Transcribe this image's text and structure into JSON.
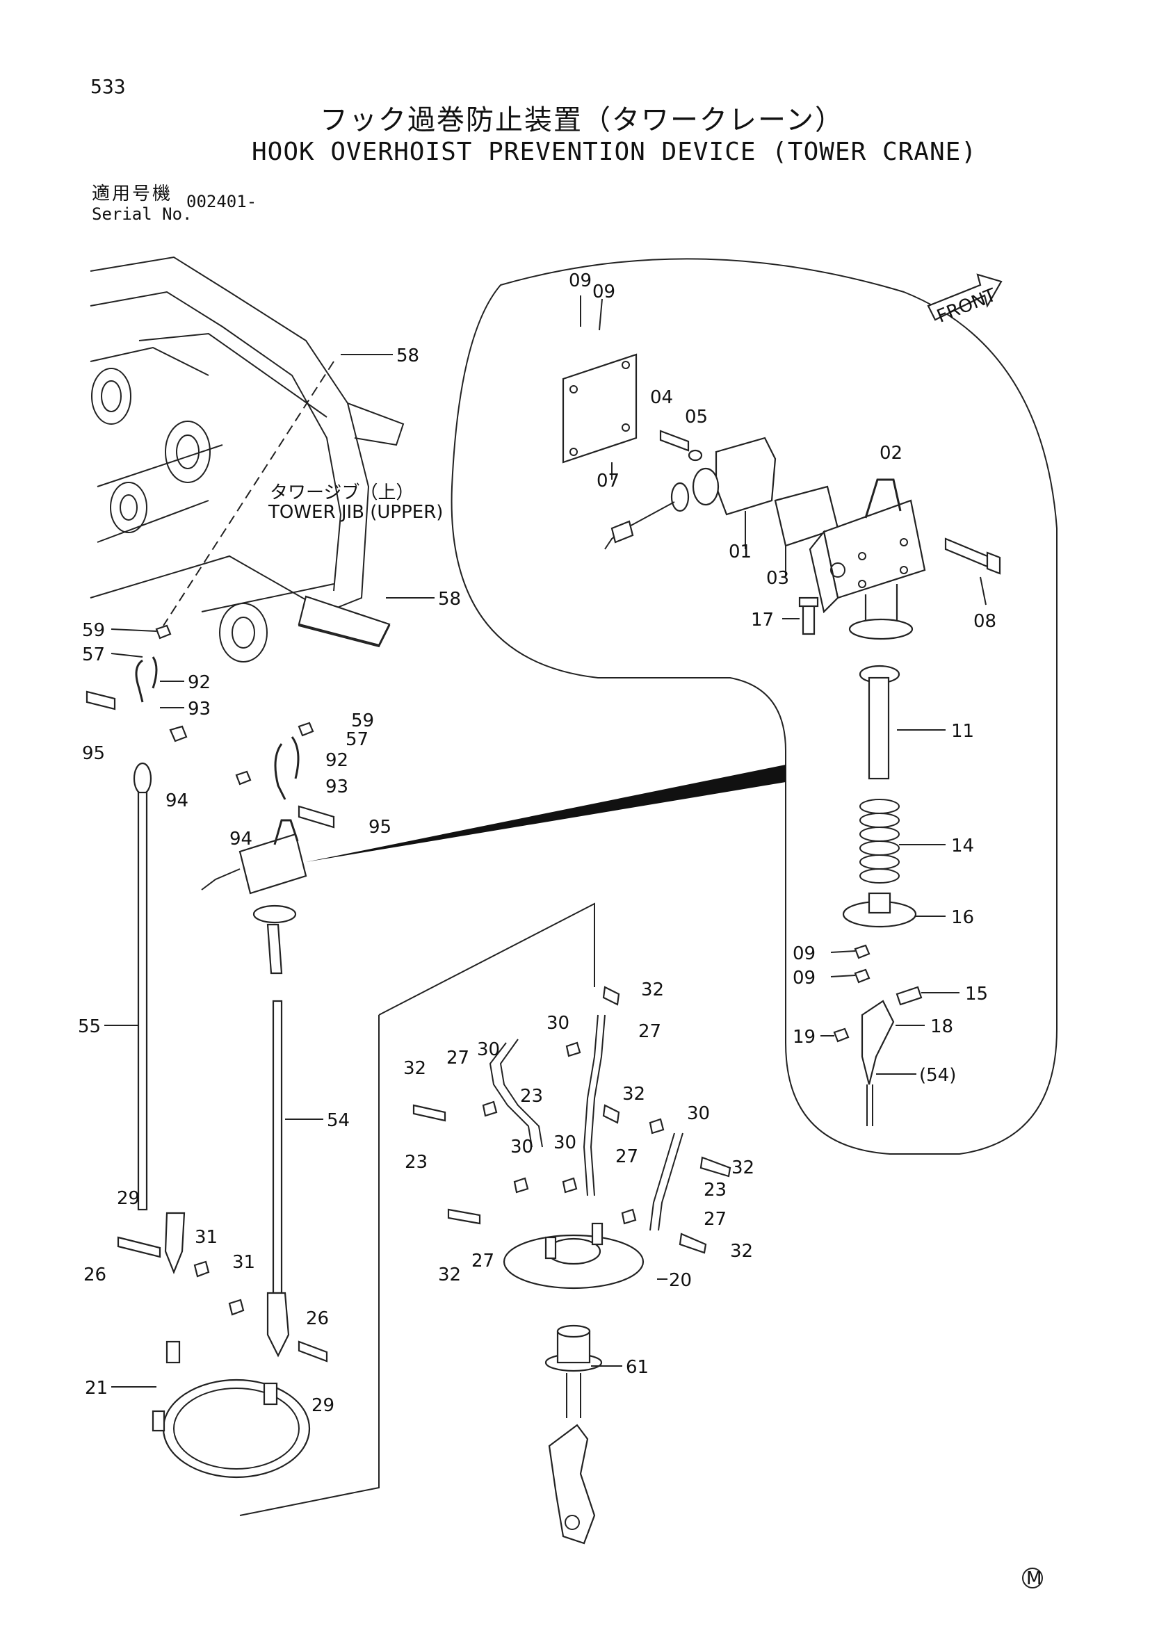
{
  "header": {
    "page_number": "533",
    "title_jp": "フック過巻防止装置（タワークレーン）",
    "title_en": "HOOK OVERHOIST PREVENTION DEVICE (TOWER CRANE)",
    "serial_label_jp": "適用号機",
    "serial_label_en": "Serial No.",
    "serial_value": "002401-"
  },
  "callouts": {
    "jib_jp": "タワージブ（上）",
    "jib_en": "TOWER JIB (UPPER)",
    "front": "FRONT",
    "mark": "M"
  },
  "labels": [
    "09",
    "09",
    "58",
    "04",
    "05",
    "07",
    "02",
    "01",
    "03",
    "08",
    "17",
    "58",
    "59",
    "57",
    "92",
    "93",
    "95",
    "94",
    "59",
    "57",
    "92",
    "93",
    "94",
    "95",
    "11",
    "14",
    "16",
    "09",
    "09",
    "15",
    "32",
    "19",
    "18",
    "(54)",
    "30",
    "27",
    "32",
    "27",
    "30",
    "23",
    "32",
    "30",
    "30",
    "23",
    "27",
    "32",
    "30",
    "23",
    "27",
    "32",
    "27",
    "32",
    "55",
    "54",
    "29",
    "31",
    "26",
    "31",
    "26",
    "20",
    "29",
    "61",
    "21"
  ]
}
